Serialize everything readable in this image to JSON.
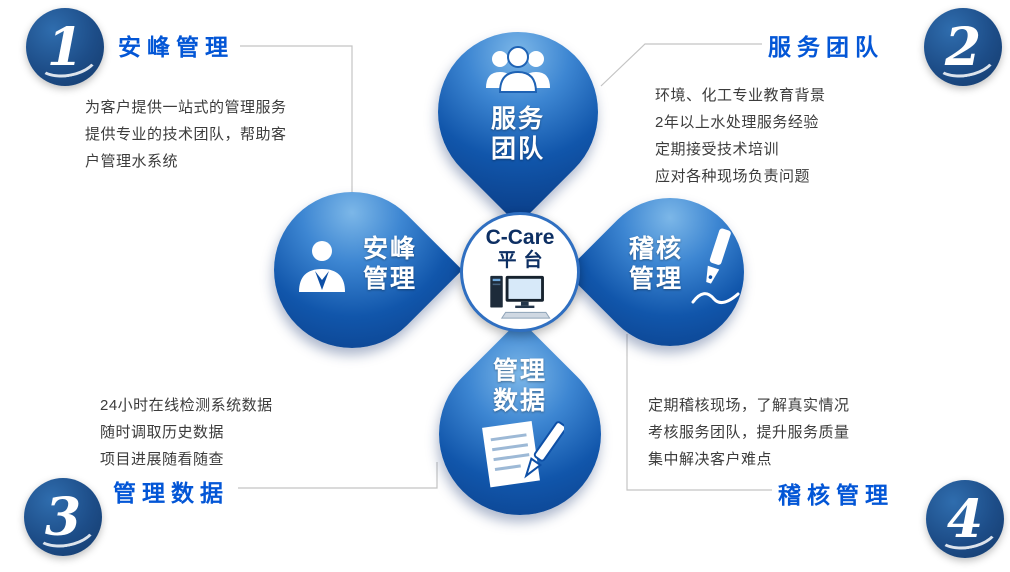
{
  "center": {
    "brand": "C-Care",
    "platform": "平台"
  },
  "petals": {
    "top": {
      "line1": "服务",
      "line2": "团队"
    },
    "left": {
      "line1": "安峰",
      "line2": "管理"
    },
    "right": {
      "line1": "稽核",
      "line2": "管理"
    },
    "bottom": {
      "line1": "管理",
      "line2": "数据"
    }
  },
  "sections": [
    {
      "number": "1",
      "title": "安峰管理",
      "lines": [
        "为客户提供一站式的管理服务",
        "提供专业的技术团队，帮助客",
        "户管理水系统"
      ]
    },
    {
      "number": "2",
      "title": "服务团队",
      "lines": [
        "环境、化工专业教育背景",
        "2年以上水处理服务经验",
        "定期接受技术培训",
        "应对各种现场负责问题"
      ]
    },
    {
      "number": "3",
      "title": "管理数据",
      "lines": [
        "24小时在线检测系统数据",
        "随时调取历史数据",
        "项目进展随看随查"
      ]
    },
    {
      "number": "4",
      "title": "稽核管理",
      "lines": [
        "定期稽核现场，了解真实情况",
        "考核服务团队，提升服务质量",
        "集中解决客户难点"
      ]
    }
  ],
  "icons": {
    "top": "team-icon",
    "left": "person-icon",
    "right": "pen-icon",
    "bottom": "document-pen-icon",
    "center": "computer-icon"
  },
  "colors": {
    "heading_blue": "#0356d6",
    "petal_blue": "#1156ab",
    "petal_dark": "#0a3c85",
    "corner_navy": "#1d4d88",
    "body_text": "#3c3c3c",
    "connector_gray": "#c4c4c4"
  }
}
